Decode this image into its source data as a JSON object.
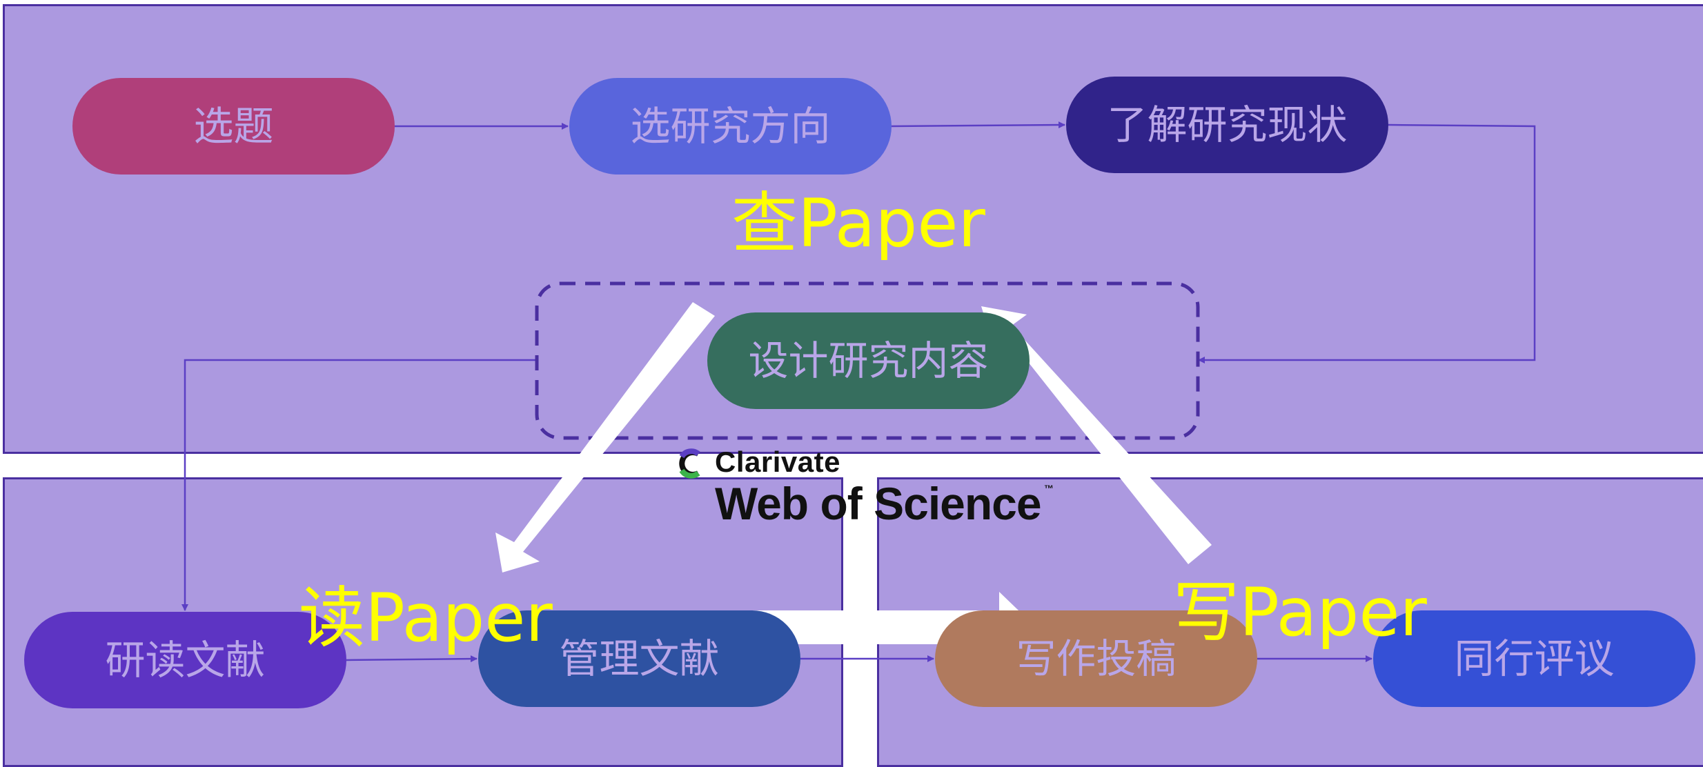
{
  "nodes": {
    "xuanti": "选题",
    "direction": "选研究方向",
    "status": "了解研究现状",
    "design": "设计研究内容",
    "read": "研读文献",
    "manage": "管理文献",
    "write": "写作投稿",
    "review": "同行评议"
  },
  "labels": {
    "search": "查Paper",
    "read": "读Paper",
    "write": "写Paper"
  },
  "logo": {
    "brand": "Clarivate",
    "product": "Web of Science",
    "trademark": "™"
  },
  "colors": {
    "panel_bg": "#ac99e0",
    "accent_yellow": "#ffff00",
    "connector": "#5b3fc4"
  }
}
